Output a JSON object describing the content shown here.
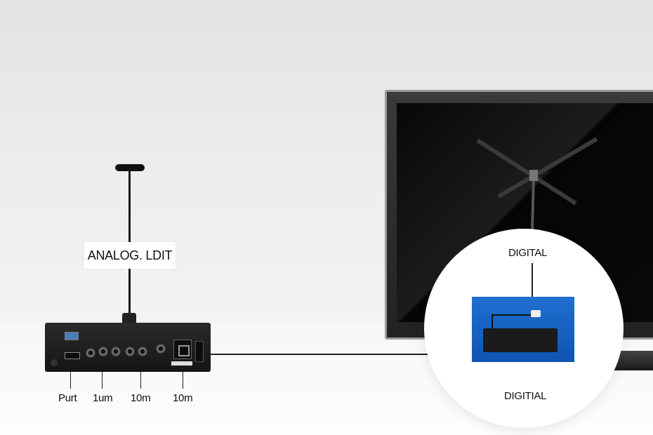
{
  "labels": {
    "analog": "ANALOG. LDIT",
    "digital_top": "DIGITAL",
    "digital_bottom": "DIGITIAL",
    "port": "Purt",
    "one": "1um",
    "ten_a": "10m",
    "ten_b": "10m"
  },
  "colors": {
    "blue_panel": "#1f6fd1",
    "device": "#1a1a1a"
  },
  "icons": [
    "antenna",
    "receiver-box",
    "television",
    "cable"
  ]
}
